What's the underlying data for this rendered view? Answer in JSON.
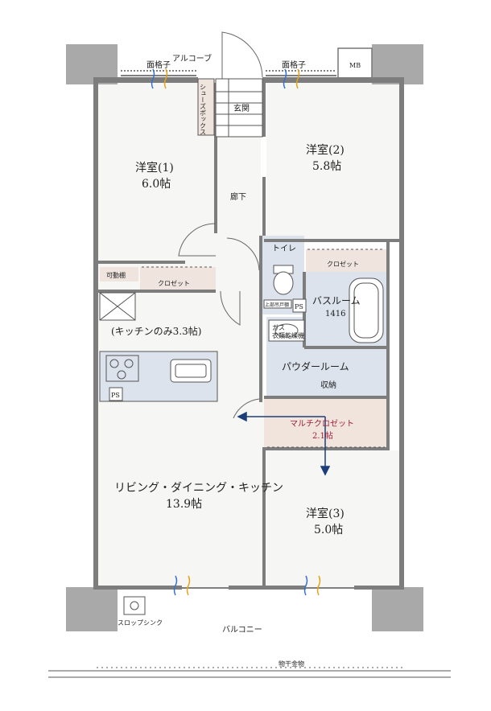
{
  "labels": {
    "alcove": "アルコーブ",
    "grille_left": "面格子",
    "grille_right": "面格子",
    "mb": "MB",
    "shoe_box": "シューズボックス",
    "entrance": "玄関",
    "room1_name": "洋室(1)",
    "room1_size": "6.0帖",
    "room2_name": "洋室(2)",
    "room2_size": "5.8帖",
    "corridor": "廊下",
    "toilet": "トイレ",
    "closet_right": "クロゼット",
    "movable_shelf": "可動棚",
    "closet_left": "クロゼット",
    "wall_cabinet": "上部吊戸棚",
    "ps_upper": "PS",
    "bathroom": "バスルーム",
    "bath_size": "1416",
    "kitchen_only": "(キッチンのみ3.3帖)",
    "gas_dryer_1": "ガス",
    "gas_dryer_2": "衣類乾燥機",
    "powder_room": "パウダールーム",
    "storage": "収納",
    "ps_lower": "PS",
    "multi_closet_name": "マルチクロゼット",
    "multi_closet_size": "2.1帖",
    "ldk_name": "リビング・ダイニング・キッチン",
    "ldk_size": "13.9帖",
    "room3_name": "洋室(3)",
    "room3_size": "5.0帖",
    "slop_sink": "スロップシンク",
    "balcony": "バルコニー",
    "clothes_hanger": "物干金物"
  }
}
